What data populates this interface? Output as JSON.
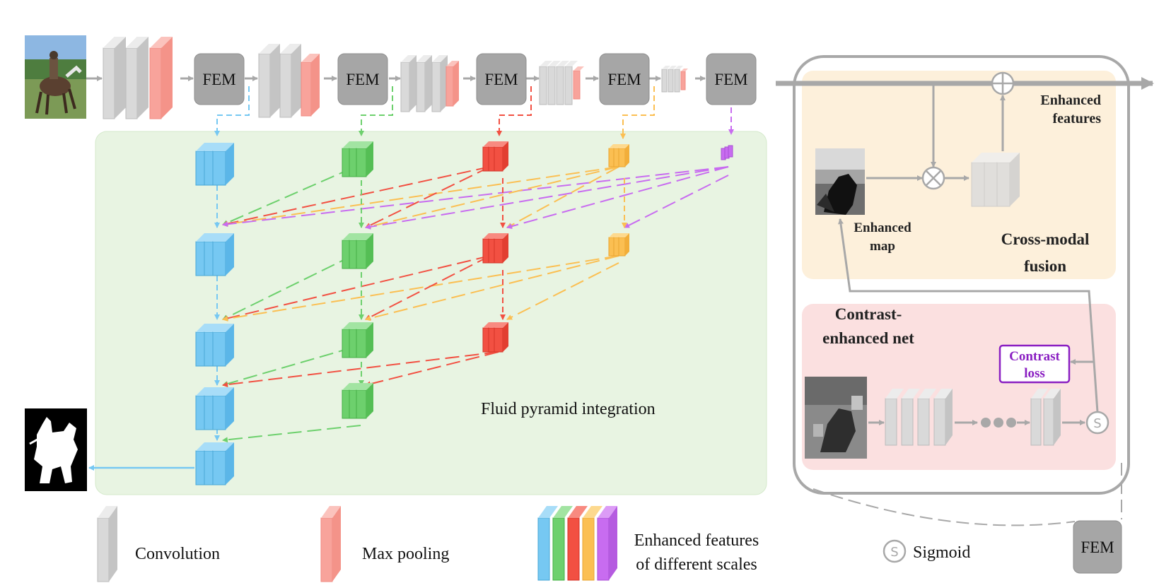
{
  "top": {
    "fem_labels": [
      "FEM",
      "FEM",
      "FEM",
      "FEM",
      "FEM"
    ]
  },
  "pyramid": {
    "label": "Fluid pyramid integration"
  },
  "fusion": {
    "enhanced_features": [
      "Enhanced",
      "features"
    ],
    "enhanced_map": [
      "Enhanced",
      "map"
    ],
    "title": [
      "Cross-modal",
      "fusion"
    ]
  },
  "contrast_net": {
    "title": [
      "Contrast-",
      "enhanced net"
    ],
    "loss": [
      "Contrast",
      "loss"
    ],
    "sigmoid_symbol": "S"
  },
  "legend": {
    "convolution": "Convolution",
    "max_pooling": "Max pooling",
    "enhanced_features": [
      "Enhanced features",
      "of different scales"
    ],
    "sigmoid_symbol": "S",
    "sigmoid": "Sigmoid",
    "fem": "FEM"
  },
  "colors": {
    "blue": "#76c8f2",
    "green": "#6dd06d",
    "red": "#f25042",
    "orange": "#fbbf52",
    "purple": "#c86cf0",
    "conv": "#d8d8d8",
    "pool": "#f8a39b",
    "fem": "#a6a6a6",
    "pyramid_bg": "#e8f4e2",
    "fusion_bg": "#fdf0db",
    "cnet_bg": "#fbe0e0",
    "loss": "#8a1fc2"
  }
}
